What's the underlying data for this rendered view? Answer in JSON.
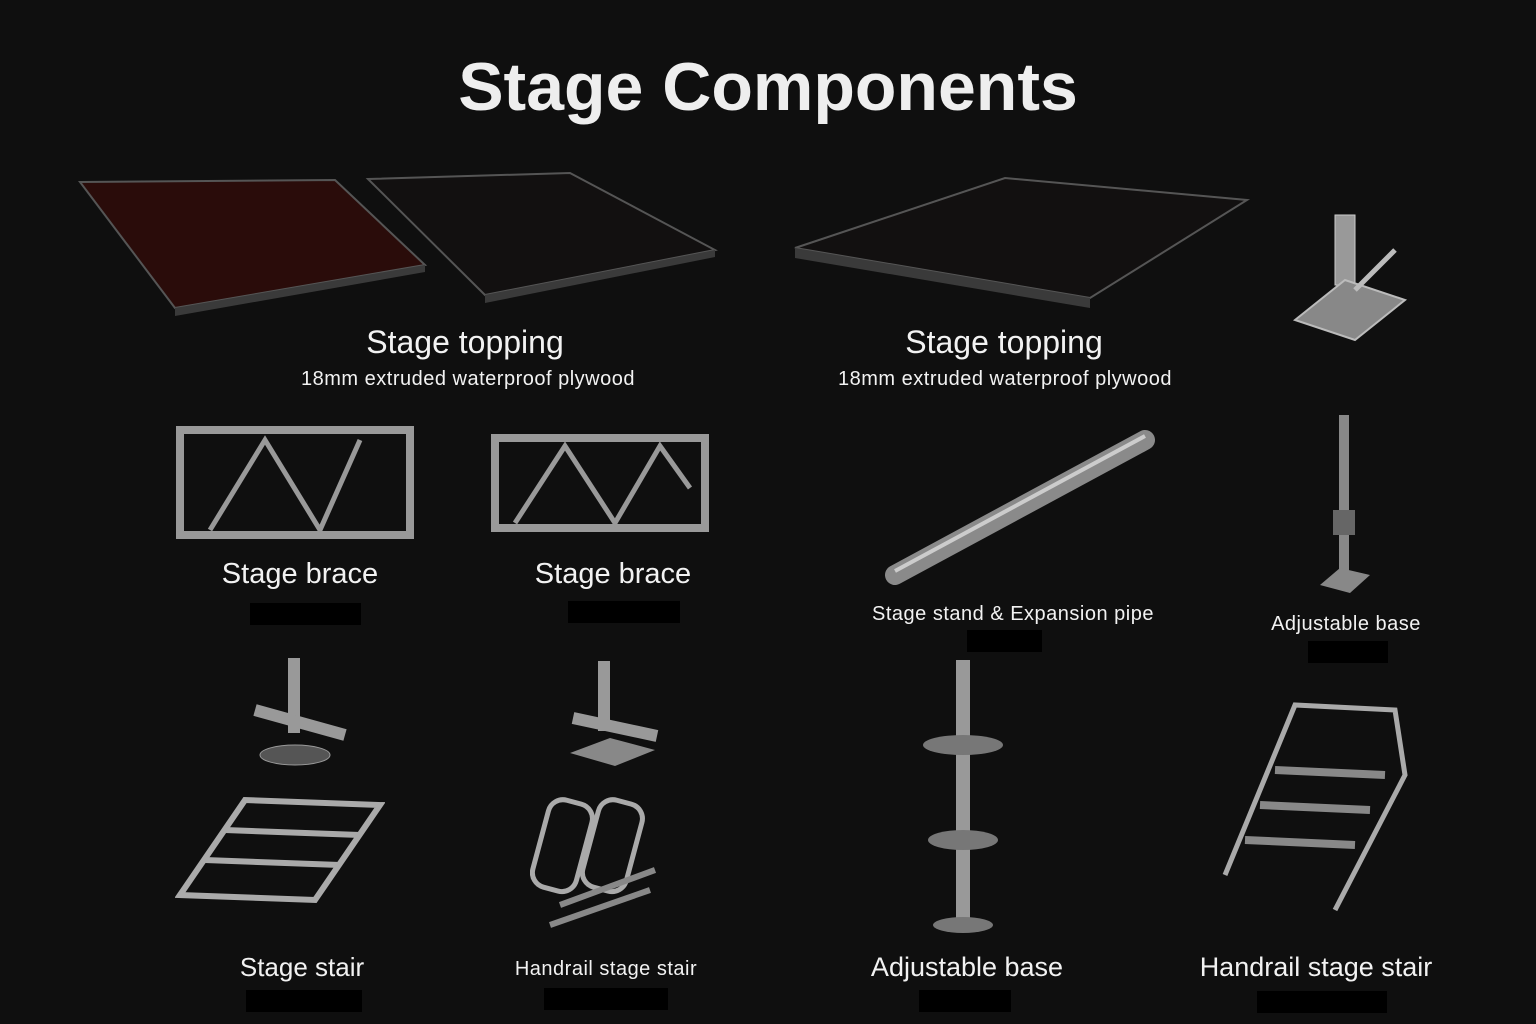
{
  "title": "Stage Components",
  "components": [
    {
      "label": "Stage topping",
      "sublabel": "18mm extruded waterproof plywood"
    },
    {
      "label": "Stage topping",
      "sublabel": "18mm extruded waterproof plywood"
    },
    {
      "label": "Stage brace"
    },
    {
      "label": "Stage brace"
    },
    {
      "label": "Stage stand & Expansion pipe"
    },
    {
      "label": "Adjustable base"
    },
    {
      "label": "Stage stair"
    },
    {
      "label": "Handrail stage stair"
    },
    {
      "label": "Adjustable base"
    },
    {
      "label": "Handrail stage stair"
    }
  ],
  "colors": {
    "background": "#0f0f0f",
    "metal": "#a8a8a8",
    "panel_red": "#2a0c0a",
    "panel_dark": "#121010"
  }
}
